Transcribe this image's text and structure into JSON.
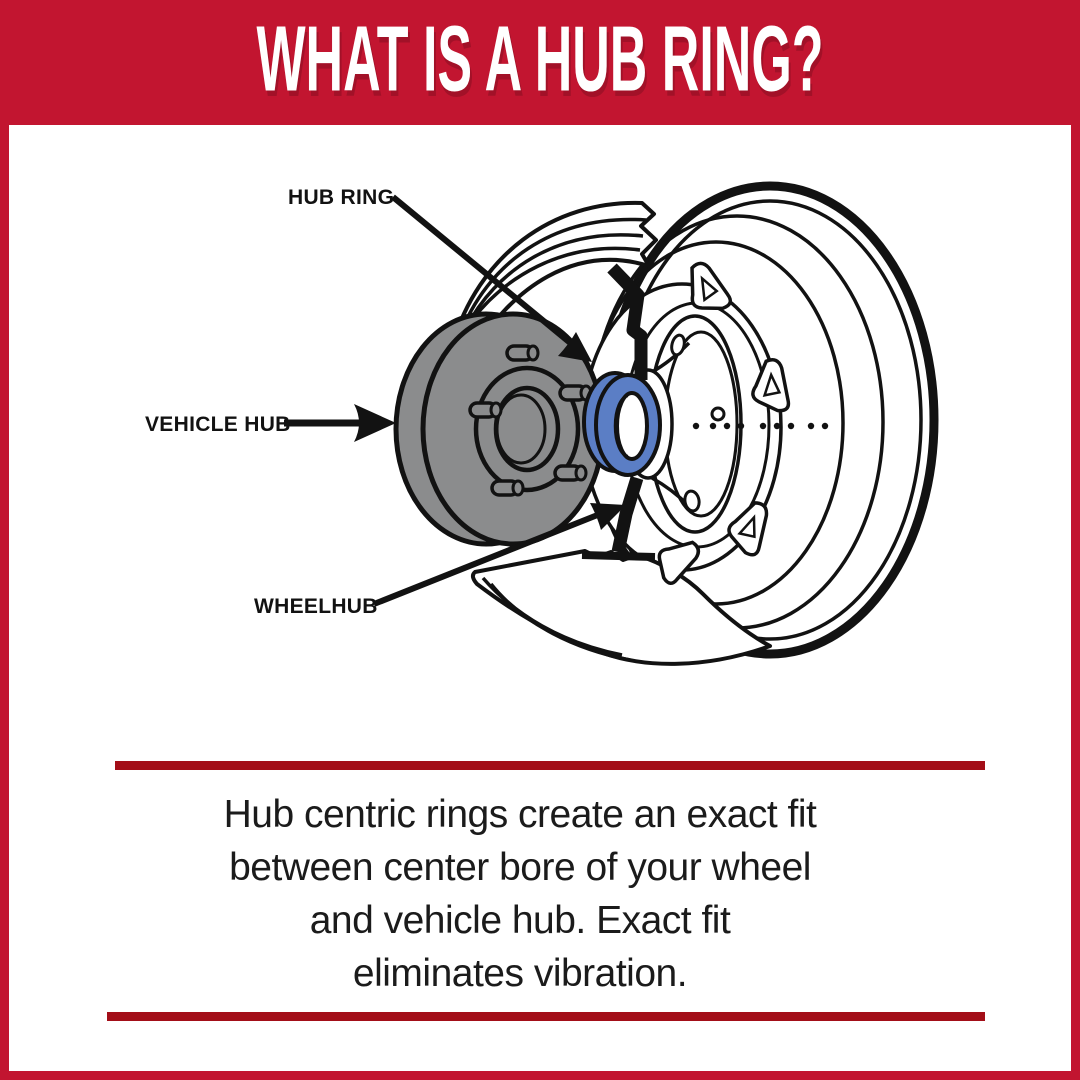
{
  "colors": {
    "header_red": "#C21530",
    "divider_red": "#A30E18",
    "hub_gray": "#8B8C8D",
    "ring_blue": "#5B7EC5",
    "ink": "#121212",
    "paper": "#FFFFFF"
  },
  "header": {
    "title": "WHAT IS A HUB RING?"
  },
  "diagram": {
    "labels": [
      {
        "id": "hub-ring",
        "text": "HUB RING"
      },
      {
        "id": "vehicle-hub",
        "text": "VEHICLE HUB"
      },
      {
        "id": "wheelhub",
        "text": "WHEELHUB"
      }
    ]
  },
  "description": {
    "text": "Hub centric rings create an exact fit\nbetween center bore of your wheel\nand vehicle hub.  Exact fit\neliminates vibration."
  }
}
